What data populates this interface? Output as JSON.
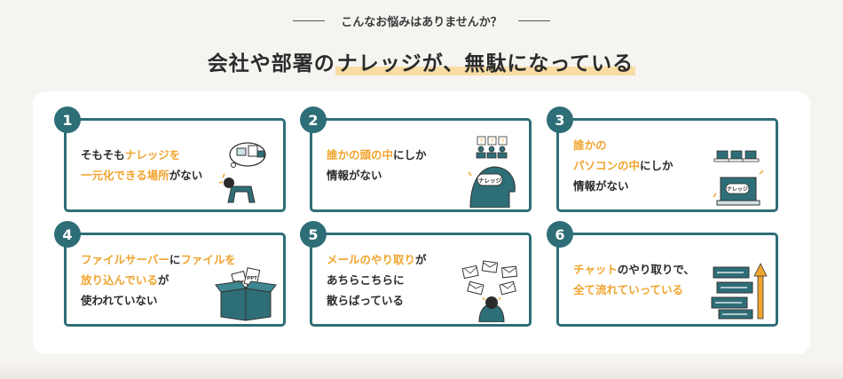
{
  "header": {
    "eyebrow": "こんなお悩みはありませんか？",
    "title_pre": "会社や部署の",
    "title_highlight": "ナレッジが、無駄になっている"
  },
  "colors": {
    "teal": "#2e6e77",
    "orange": "#f0a530",
    "highlight": "#f7dca3"
  },
  "cards": [
    {
      "number": "1",
      "lines": [
        [
          {
            "t": "そもそも",
            "o": false
          },
          {
            "t": "ナレッジを",
            "o": true
          }
        ],
        [
          {
            "t": "一元化できる場所",
            "o": true
          },
          {
            "t": "がない",
            "o": false
          }
        ]
      ],
      "icon": "person-kneeling-icon"
    },
    {
      "number": "2",
      "lines": [
        [
          {
            "t": "誰かの頭の中",
            "o": true
          },
          {
            "t": "にしか",
            "o": false
          }
        ],
        [
          {
            "t": "情報がない",
            "o": false
          }
        ]
      ],
      "icon": "head-knowledge-icon",
      "bubble": "ナレッジ"
    },
    {
      "number": "3",
      "lines": [
        [
          {
            "t": "誰かの",
            "o": true
          }
        ],
        [
          {
            "t": "パソコンの中",
            "o": true
          },
          {
            "t": "にしか",
            "o": false
          }
        ],
        [
          {
            "t": "情報がない",
            "o": false
          }
        ]
      ],
      "icon": "laptop-knowledge-icon",
      "bubble": "ナレッジ"
    },
    {
      "number": "4",
      "lines": [
        [
          {
            "t": "ファイルサーバー",
            "o": true
          },
          {
            "t": "に",
            "o": false
          },
          {
            "t": "ファイルを",
            "o": true
          }
        ],
        [
          {
            "t": "放り込んでいる",
            "o": true
          },
          {
            "t": "が",
            "o": false
          }
        ],
        [
          {
            "t": "使われていない",
            "o": false
          }
        ]
      ],
      "icon": "box-of-files-icon",
      "file_labels": [
        "PDF",
        "PPT"
      ]
    },
    {
      "number": "5",
      "lines": [
        [
          {
            "t": "メールのやり取り",
            "o": true
          },
          {
            "t": "が",
            "o": false
          }
        ],
        [
          {
            "t": "あちらこちらに",
            "o": false
          }
        ],
        [
          {
            "t": "散らばっている",
            "o": false
          }
        ]
      ],
      "icon": "scattered-mail-icon"
    },
    {
      "number": "6",
      "lines": [
        [
          {
            "t": "チャット",
            "o": true
          },
          {
            "t": "のやり取りで、",
            "o": false
          }
        ],
        [
          {
            "t": "全て流れていっている",
            "o": true
          }
        ]
      ],
      "icon": "chat-flow-icon"
    }
  ]
}
